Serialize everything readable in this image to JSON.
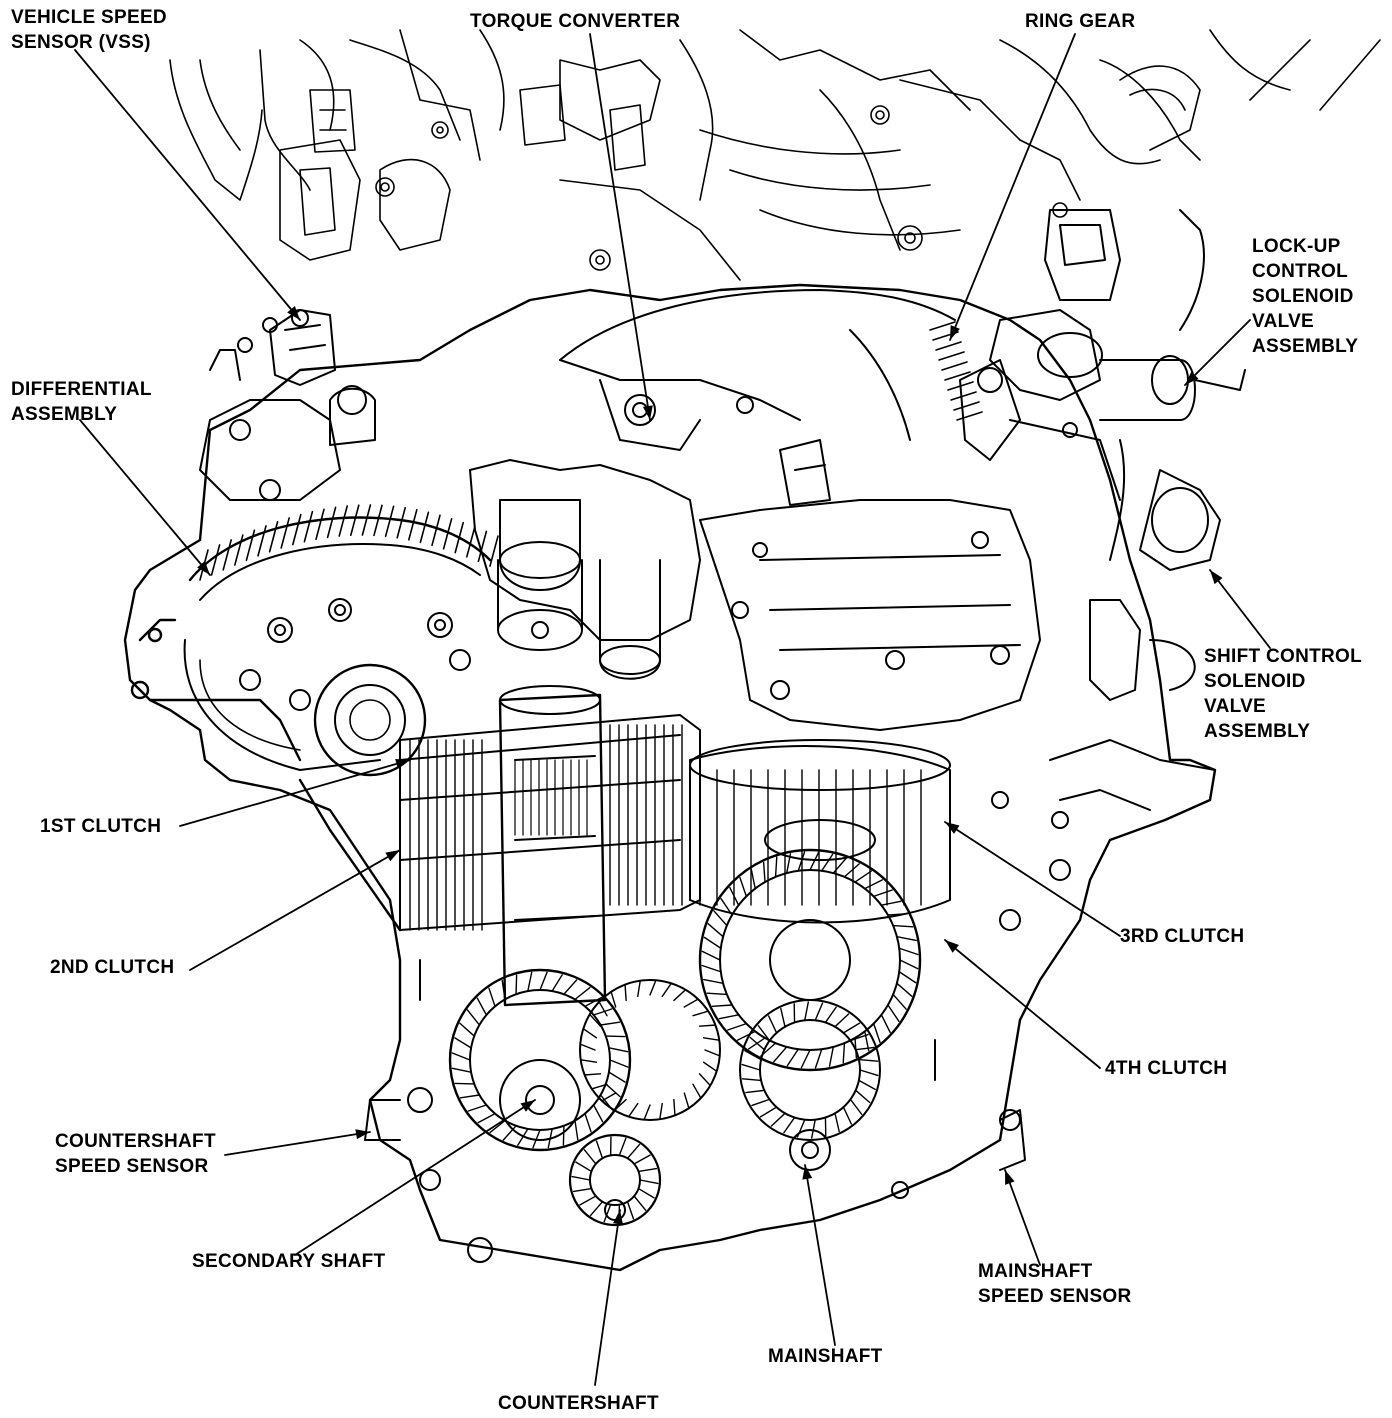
{
  "labels": {
    "vss": [
      "VEHICLE SPEED",
      "SENSOR (VSS)"
    ],
    "torque_converter": [
      "TORQUE CONVERTER"
    ],
    "ring_gear": [
      "RING GEAR"
    ],
    "lockup_solenoid": [
      "LOCK-UP",
      "CONTROL",
      "SOLENOID",
      "VALVE",
      "ASSEMBLY"
    ],
    "differential": [
      "DIFFERENTIAL",
      "ASSEMBLY"
    ],
    "shift_solenoid": [
      "SHIFT CONTROL",
      "SOLENOID",
      "VALVE",
      "ASSEMBLY"
    ],
    "first_clutch": [
      "1ST CLUTCH"
    ],
    "third_clutch": [
      "3RD CLUTCH"
    ],
    "second_clutch": [
      "2ND CLUTCH"
    ],
    "fourth_clutch": [
      "4TH CLUTCH"
    ],
    "countershaft_sensor": [
      "COUNTERSHAFT",
      "SPEED SENSOR"
    ],
    "secondary_shaft": [
      "SECONDARY SHAFT"
    ],
    "mainshaft_sensor": [
      "MAINSHAFT",
      "SPEED SENSOR"
    ],
    "mainshaft": [
      "MAINSHAFT"
    ],
    "countershaft": [
      "COUNTERSHAFT"
    ]
  },
  "colors": {
    "ink": "#000000",
    "paper": "#ffffff"
  }
}
